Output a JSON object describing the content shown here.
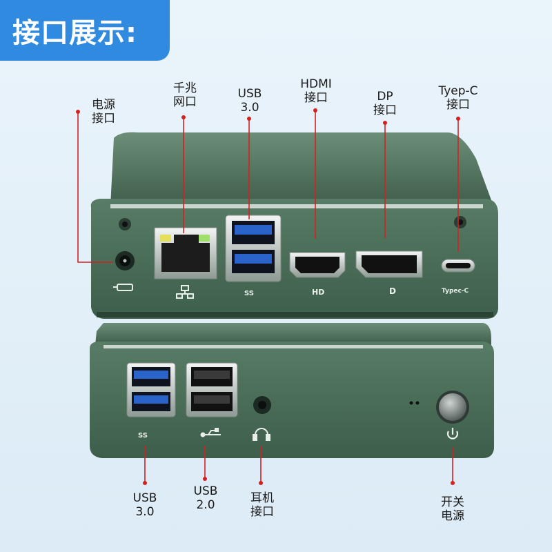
{
  "banner": {
    "title": "接口展示:"
  },
  "top_labels": {
    "power": "电源\n接口",
    "lan": "千兆\n网口",
    "usb3": "USB\n3.0",
    "hdmi": "HDMI\n接口",
    "dp": "DP\n接口",
    "typec": "Tyep-C\n接口"
  },
  "bottom_labels": {
    "usb3": "USB\n3.0",
    "usb2": "USB\n2.0",
    "headphone": "耳机\n接口",
    "power_button": "开关\n电源"
  },
  "port_marks": {
    "hdmi": "HD",
    "dp": "D",
    "typec": "Typec-C",
    "ss": "SS"
  },
  "colors": {
    "banner": "#2f8ae0",
    "body": "#3d5e4a",
    "leader": "#d42020",
    "usb3_blue": "#2a63c9"
  }
}
